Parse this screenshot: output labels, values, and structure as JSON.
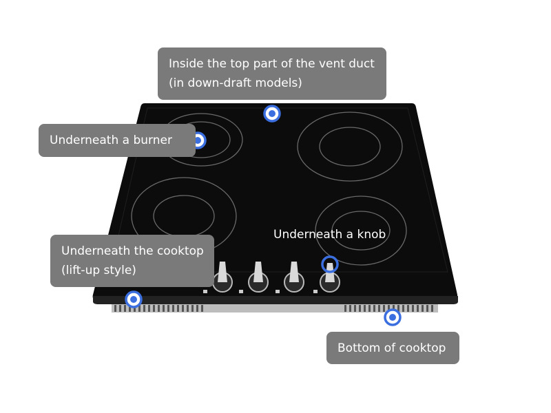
{
  "callouts": {
    "vent_duct": {
      "line1": "Inside the top part of the vent duct",
      "line2": "(in down-draft models)"
    },
    "burner": {
      "text": "Underneath a burner"
    },
    "knob": {
      "text": "Underneath a knob"
    },
    "lift_up": {
      "line1": "Underneath the cooktop",
      "line2": "(lift-up style)"
    },
    "bottom": {
      "text": "Bottom of cooktop"
    }
  },
  "colors": {
    "marker": "#3b6fe0",
    "label_bg": "#7a7a7a",
    "cooktop": "#0c0c0c"
  },
  "icons": {
    "marker": "location-marker-icon",
    "knob": "control-knob-icon"
  }
}
